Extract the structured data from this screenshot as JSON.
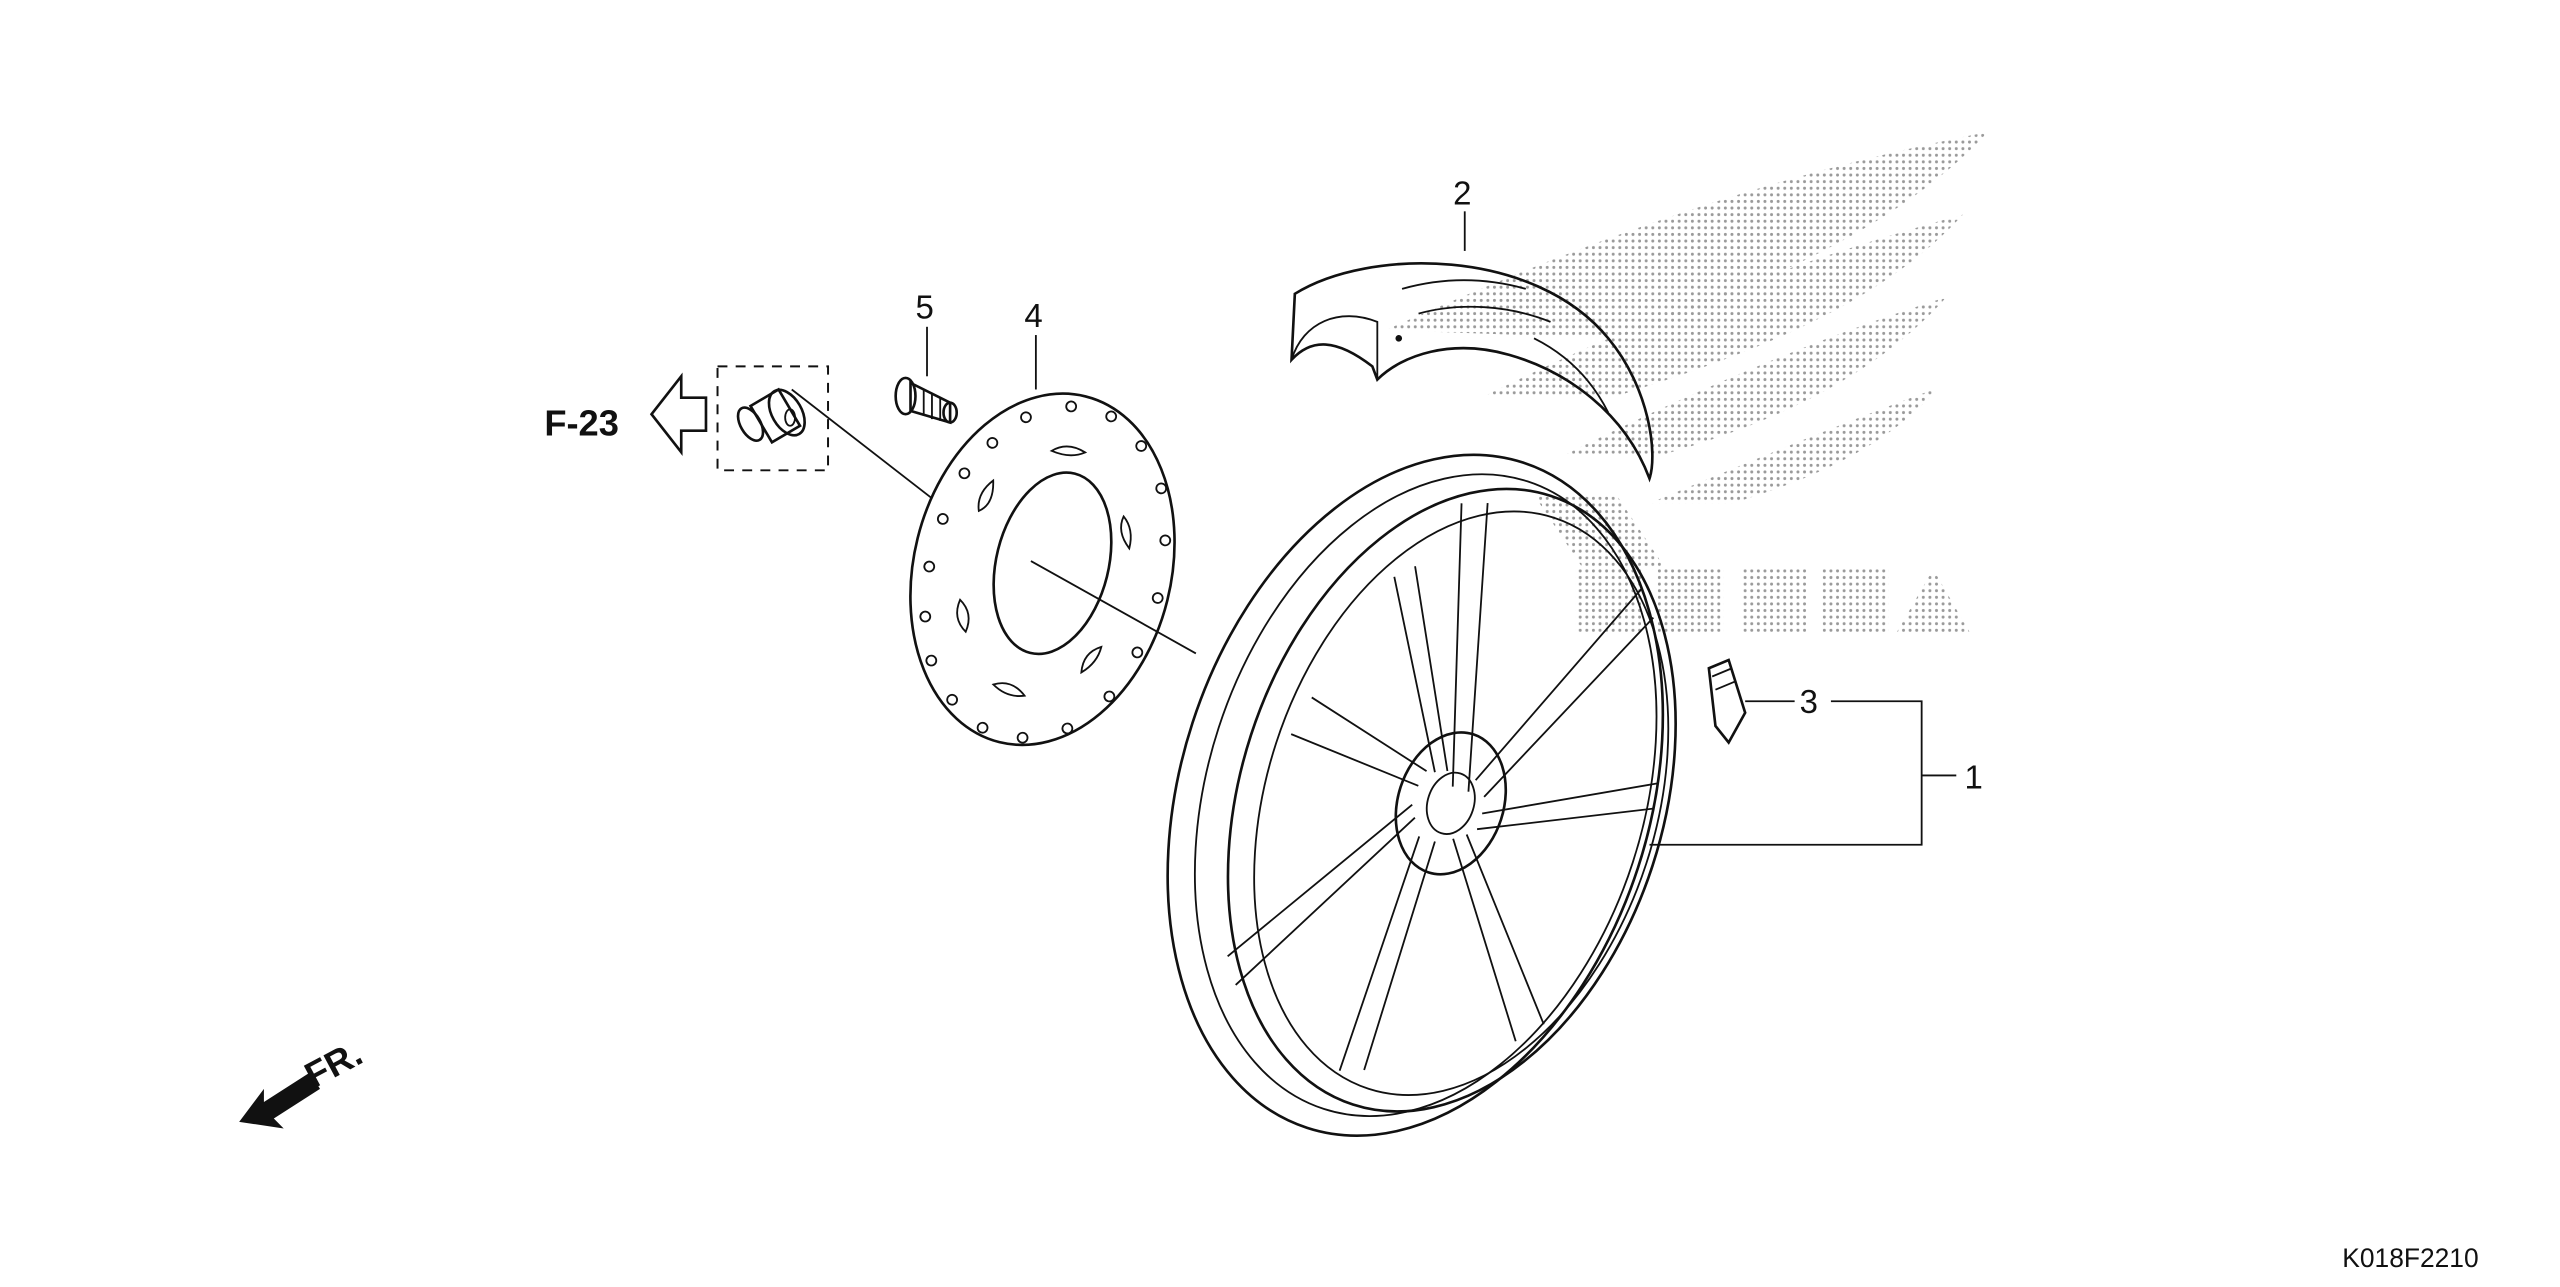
{
  "diagram": {
    "callouts": {
      "wheel": "1",
      "fender": "2",
      "valve": "3",
      "disc": "4",
      "bolt": "5"
    },
    "reference": "F-23",
    "front_indicator": "FR.",
    "drawing_code": "K018F2210",
    "logo_text": "HONDA"
  },
  "colors": {
    "line": "#111111",
    "logo_dots": "#9a9a9a",
    "background": "#ffffff"
  },
  "icons": [
    "reference-arrow-icon",
    "front-direction-arrow-icon"
  ]
}
